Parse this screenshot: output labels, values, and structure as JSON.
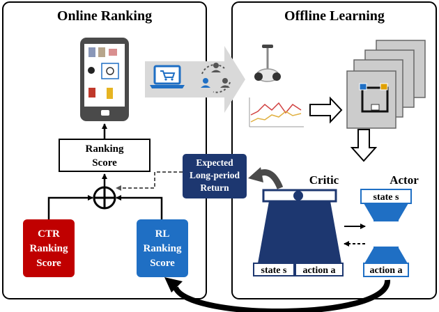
{
  "panels": {
    "online_title": "Online Ranking",
    "offline_title": "Offline Learning"
  },
  "ranking_score": {
    "line1": "Ranking",
    "line2": "Score"
  },
  "ctr_box": {
    "line1": "CTR",
    "line2": "Ranking",
    "line3": "Score"
  },
  "rl_box": {
    "line1": "RL",
    "line2": "Ranking",
    "line3": "Score"
  },
  "expected_box": {
    "line1": "Expected",
    "line2": "Long-period",
    "line3": "Return"
  },
  "critic": {
    "label": "Critic",
    "input_state": "state s",
    "input_action": "action a"
  },
  "actor": {
    "label": "Actor",
    "input_state": "state s",
    "output_action": "action a"
  },
  "colors": {
    "navy": "#1d3770",
    "red": "#c00000",
    "blue": "#1f6fc4",
    "gray": "#4a4a4a",
    "big_arrow": "#d9d9d9"
  }
}
